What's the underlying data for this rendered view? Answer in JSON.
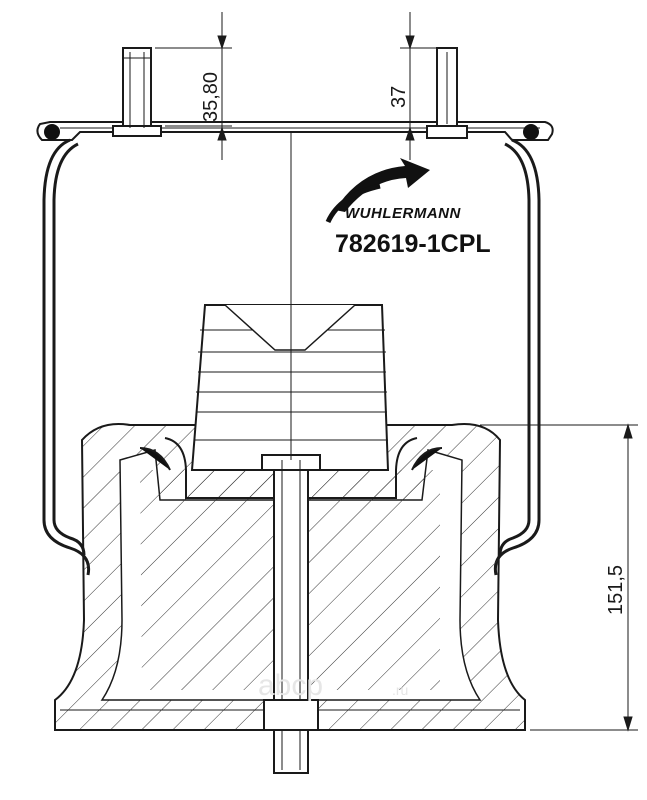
{
  "drawing": {
    "brand": "WUHLERMANN",
    "part_number": "782619-1CPL",
    "watermark": "abcp",
    "watermark_suffix": ".ru"
  },
  "dimensions": {
    "stud_height": "35,80",
    "fitting_height": "37",
    "piston_height": "151,5"
  },
  "colors": {
    "line": "#1a1a1a",
    "hatch": "#333333",
    "fill": "#ffffff",
    "dark": "#111111"
  }
}
